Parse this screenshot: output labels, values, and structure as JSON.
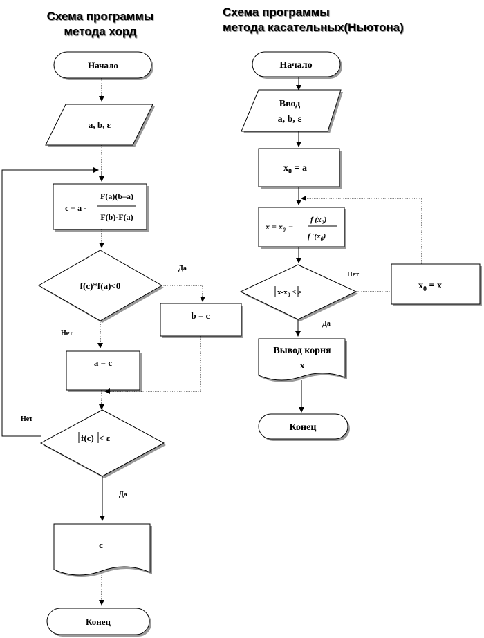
{
  "chord": {
    "title_line1": "Схема программы",
    "title_line2": "метода хорд",
    "start": "Начало",
    "input": "a, b, ε",
    "calc_prefix": "c =  a -",
    "calc_numerator": "F(a)(b–a)",
    "calc_denominator": "F(b)-F(a)",
    "decision1": "f(c)*f(a)<0",
    "yes1": "Да",
    "no1": "Нет",
    "assign_b": "b = c",
    "assign_a": "a = c",
    "decision2_abs": "f(c)",
    "decision2_rest": " < ε",
    "no2": "Нет",
    "yes2": "Да",
    "output": "c",
    "end": "Конец"
  },
  "newton": {
    "title_line1": "Схема программы",
    "title_line2": "метода касательных(Ньютона)",
    "start": "Начало",
    "input_line1": "Ввод",
    "input_line2": "a, b, ε",
    "init_x": "x",
    "init_sub": "0",
    "init_rest": " = a",
    "formula_left": "x = x",
    "formula_sub": "0",
    "formula_minus": "−",
    "formula_num": "f (x",
    "formula_num_end": ")",
    "formula_den": "f ′(x",
    "formula_den_end": ")",
    "decision_abs": "x-x",
    "decision_sub": "0",
    "decision_rest": " ≤ ε",
    "no": "Нет",
    "yes": "Да",
    "update_x": "x",
    "update_sub": "0",
    "update_rest": " = x",
    "output_line1": "Вывод корня",
    "output_line2": "x",
    "end": "Конец"
  }
}
